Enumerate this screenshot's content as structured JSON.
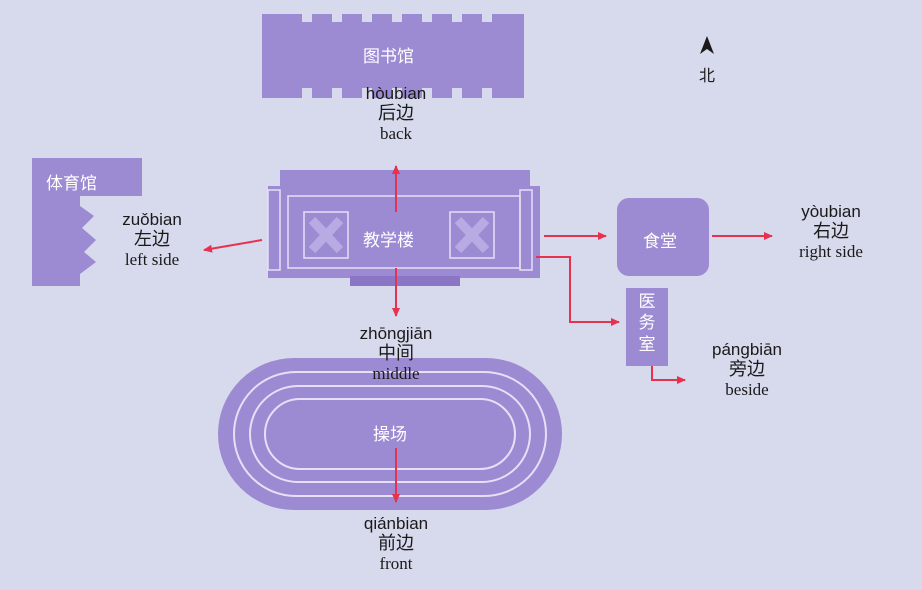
{
  "buildings": {
    "library": "图书馆",
    "gym": "体育馆",
    "teaching_building": "教学楼",
    "cafeteria": "食堂",
    "clinic": "医务室",
    "playground": "操场"
  },
  "north_label": "北",
  "directions": {
    "back": {
      "pinyin": "hòubian",
      "hanzi": "后边",
      "english": "back"
    },
    "left": {
      "pinyin": "zuǒbian",
      "hanzi": "左边",
      "english": "left side"
    },
    "right": {
      "pinyin": "yòubian",
      "hanzi": "右边",
      "english": "right side"
    },
    "middle": {
      "pinyin": "zhōngjiān",
      "hanzi": "中间",
      "english": "middle"
    },
    "beside": {
      "pinyin": "pángbiān",
      "hanzi": "旁边",
      "english": "beside"
    },
    "front": {
      "pinyin": "qiánbian",
      "hanzi": "前边",
      "english": "front"
    }
  },
  "colors": {
    "building": "#9c8ad2",
    "building_dark": "#8a76c4",
    "arrow": "#e8304f",
    "background": "#d7d9ec"
  }
}
